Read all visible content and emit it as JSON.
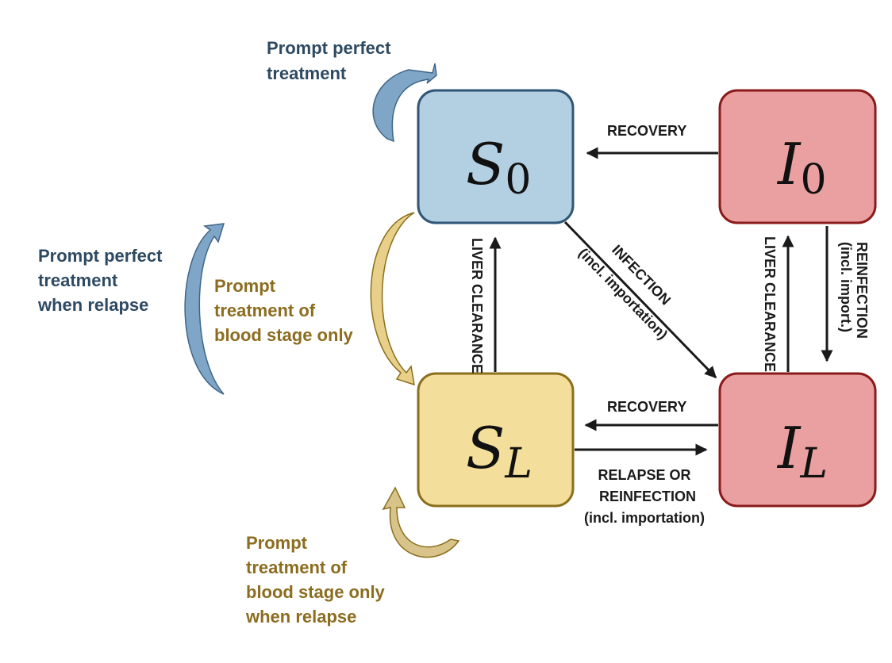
{
  "states": {
    "s0": {
      "letter": "S",
      "sub": "0"
    },
    "sl": {
      "letter": "S",
      "sub": "L"
    },
    "i0": {
      "letter": "I",
      "sub": "0"
    },
    "il": {
      "letter": "I",
      "sub": "L"
    }
  },
  "transitions": {
    "recovery_top": "RECOVERY",
    "recovery_bottom": "RECOVERY",
    "infection_line1": "INFECTION",
    "infection_line2": "(incl. importation)",
    "liver_clearance_left": "LIVER CLEARANCE",
    "liver_clearance_right": "LIVER CLEARANCE",
    "reinfection_line1": "REINFECTION",
    "reinfection_line2": "(incl. import.)",
    "relapse_line1": "RELAPSE OR",
    "relapse_line2": "REINFECTION",
    "relapse_line3": "(incl. importation)"
  },
  "treatments": {
    "top": [
      "Prompt perfect",
      "treatment"
    ],
    "left": [
      "Prompt perfect",
      "treatment",
      "when relapse"
    ],
    "middle": [
      "Prompt",
      "treatment of",
      "blood stage only"
    ],
    "bottom": [
      "Prompt",
      "treatment of",
      "blood stage only",
      "when relapse"
    ]
  },
  "colors": {
    "s0_fill": "#b3cfe2",
    "s0_stroke": "#2f5576",
    "sl_fill": "#f3df9b",
    "sl_stroke": "#8a6f1c",
    "i_fill": "#eaa0a0",
    "i_stroke": "#8b1a1a",
    "arrow": "#1a1a1a",
    "teal_text": "#2e4a62",
    "gold_text": "#8c6d1f",
    "blue_arrow": "#7fa6c6",
    "gold_arrow": "#e8d08a"
  }
}
